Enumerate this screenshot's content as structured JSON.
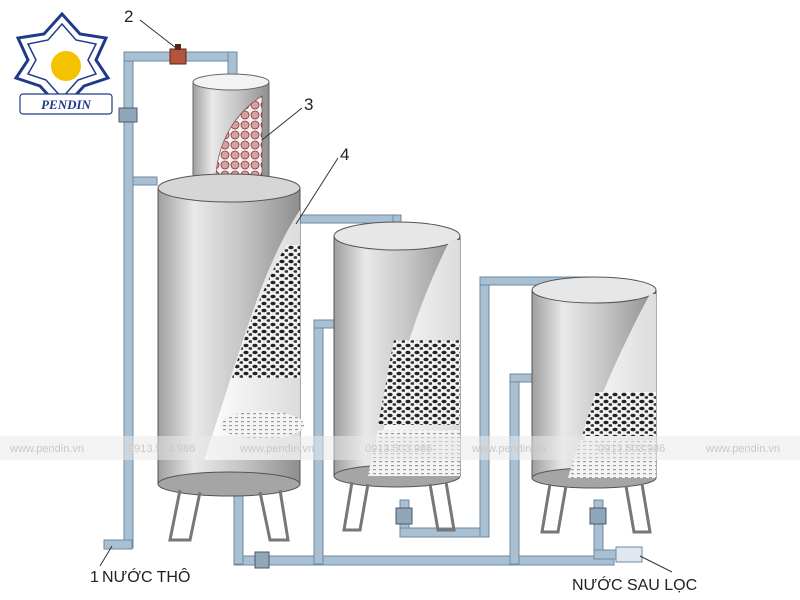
{
  "logo": {
    "text": "PENDIN"
  },
  "callouts": {
    "n1": "1",
    "n2": "2",
    "n3": "3",
    "n4": "4"
  },
  "labels": {
    "inlet": "NƯỚC THÔ",
    "outlet": "NƯỚC SAU LỌC"
  },
  "watermark": {
    "site": "www.pendin.vn",
    "phone": "0913.503.986"
  },
  "colors": {
    "pipe": "#9fb8cc",
    "tank_shade": "#bcbcbc",
    "tank_inner": "#eeeeee",
    "gravel": "#2b2b2b",
    "beads": "#c98a8a",
    "logo_blue": "#1f3a8a",
    "sun": "#f5c200"
  }
}
